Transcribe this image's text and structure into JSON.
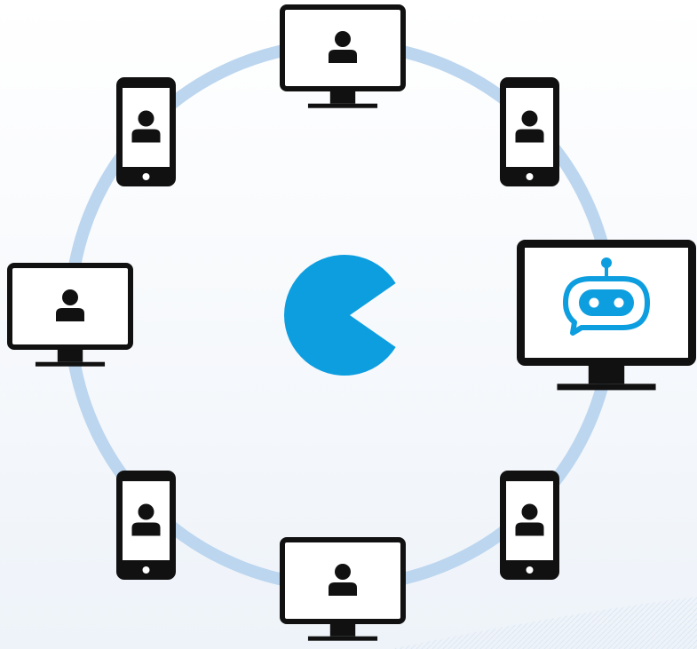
{
  "colors": {
    "background_top": "#ffffff",
    "background_bottom": "#eef3f9",
    "ring": "#bcd6ef",
    "device_stroke": "#111111",
    "device_screen": "#ffffff",
    "person": "#111111",
    "hub": "#0d9ee0",
    "bot": "#0d9ee0"
  },
  "nodes": [
    {
      "id": "monitor-top",
      "type": "monitor",
      "icon": "person-icon"
    },
    {
      "id": "phone-top-right",
      "type": "phone",
      "icon": "person-icon"
    },
    {
      "id": "monitor-right",
      "type": "monitor",
      "icon": "chatbot-icon"
    },
    {
      "id": "phone-bottom-right",
      "type": "phone",
      "icon": "person-icon"
    },
    {
      "id": "monitor-bottom",
      "type": "monitor",
      "icon": "person-icon"
    },
    {
      "id": "phone-bottom-left",
      "type": "phone",
      "icon": "person-icon"
    },
    {
      "id": "monitor-left",
      "type": "monitor",
      "icon": "person-icon"
    },
    {
      "id": "phone-top-left",
      "type": "phone",
      "icon": "person-icon"
    }
  ],
  "hub": {
    "icon": "hub-logo-icon"
  }
}
